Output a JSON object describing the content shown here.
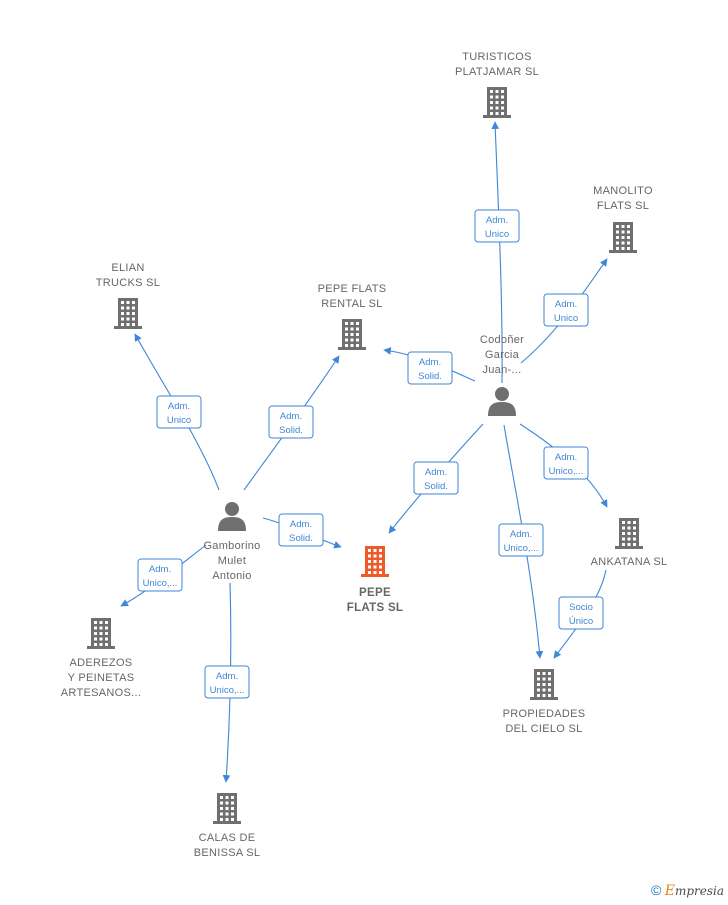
{
  "nodes": [
    {
      "id": "turisticos",
      "type": "company",
      "lines": [
        "TURISTICOS",
        "PLATJAMAR  SL"
      ]
    },
    {
      "id": "manolito",
      "type": "company",
      "lines": [
        "MANOLITO",
        "FLATS  SL"
      ]
    },
    {
      "id": "elian",
      "type": "company",
      "lines": [
        "ELIAN",
        "TRUCKS  SL"
      ]
    },
    {
      "id": "pepe-rental",
      "type": "company",
      "lines": [
        "PEPE FLATS",
        "RENTAL  SL"
      ]
    },
    {
      "id": "codoner",
      "type": "person",
      "lines": [
        "Codoñer",
        "Garcia",
        "Juan-..."
      ]
    },
    {
      "id": "gamborino",
      "type": "person",
      "lines": [
        "Gamborino",
        "Mulet",
        "Antonio"
      ]
    },
    {
      "id": "pepe-flats",
      "type": "company",
      "main": true,
      "lines": [
        "PEPE",
        "FLATS  SL"
      ]
    },
    {
      "id": "ankatana",
      "type": "company",
      "lines": [
        "ANKATANA  SL"
      ]
    },
    {
      "id": "aderezos",
      "type": "company",
      "lines": [
        "ADEREZOS",
        "Y PEINETAS",
        "ARTESANOS..."
      ]
    },
    {
      "id": "propiedades",
      "type": "company",
      "lines": [
        "PROPIEDADES",
        "DEL CIELO  SL"
      ]
    },
    {
      "id": "calas",
      "type": "company",
      "lines": [
        "CALAS DE",
        "BENISSA  SL"
      ]
    }
  ],
  "edges": [
    {
      "from": "codoner",
      "to": "turisticos",
      "lines": [
        "Adm.",
        "Unico"
      ]
    },
    {
      "from": "codoner",
      "to": "manolito",
      "lines": [
        "Adm.",
        "Unico"
      ]
    },
    {
      "from": "codoner",
      "to": "pepe-rental",
      "lines": [
        "Adm.",
        "Solid."
      ]
    },
    {
      "from": "codoner",
      "to": "pepe-flats",
      "lines": [
        "Adm.",
        "Solid."
      ]
    },
    {
      "from": "codoner",
      "to": "ankatana",
      "lines": [
        "Adm.",
        "Unico,..."
      ]
    },
    {
      "from": "codoner",
      "to": "propiedades",
      "lines": [
        "Adm.",
        "Unico,..."
      ]
    },
    {
      "from": "ankatana",
      "to": "propiedades",
      "lines": [
        "Socio",
        "Único"
      ]
    },
    {
      "from": "gamborino",
      "to": "elian",
      "lines": [
        "Adm.",
        "Unico"
      ]
    },
    {
      "from": "gamborino",
      "to": "pepe-rental",
      "lines": [
        "Adm.",
        "Solid."
      ]
    },
    {
      "from": "gamborino",
      "to": "pepe-flats",
      "lines": [
        "Adm.",
        "Solid."
      ]
    },
    {
      "from": "gamborino",
      "to": "aderezos",
      "lines": [
        "Adm.",
        "Unico,..."
      ]
    },
    {
      "from": "gamborino",
      "to": "calas",
      "lines": [
        "Adm.",
        "Unico,..."
      ]
    }
  ],
  "colors": {
    "edge": "#3f86d6",
    "company": "#6f6f6f",
    "main_company": "#f05a28",
    "person": "#6f6f6f"
  },
  "brand": {
    "copyright": "©",
    "first_letter": "E",
    "rest": "mpresia"
  }
}
